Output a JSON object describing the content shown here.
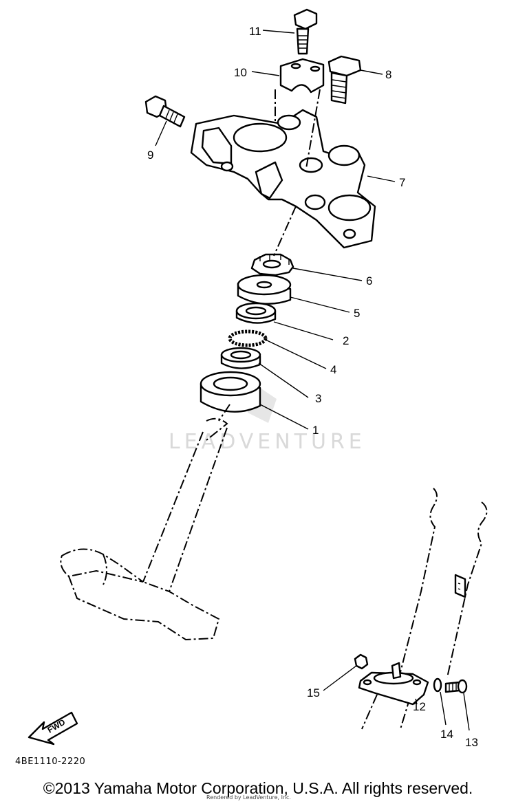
{
  "diagram": {
    "callouts": [
      "1",
      "2",
      "3",
      "4",
      "5",
      "6",
      "7",
      "8",
      "9",
      "10",
      "11",
      "12",
      "13",
      "14",
      "15"
    ],
    "fwd_label": "FWD",
    "watermark": "LEADVENTURE",
    "code": "4BE1110-2220"
  },
  "footer": {
    "copyright": "©2013 Yamaha Motor Corporation, U.S.A. All rights reserved.",
    "rendered_by": "Rendered by LeadVenture, Inc."
  }
}
